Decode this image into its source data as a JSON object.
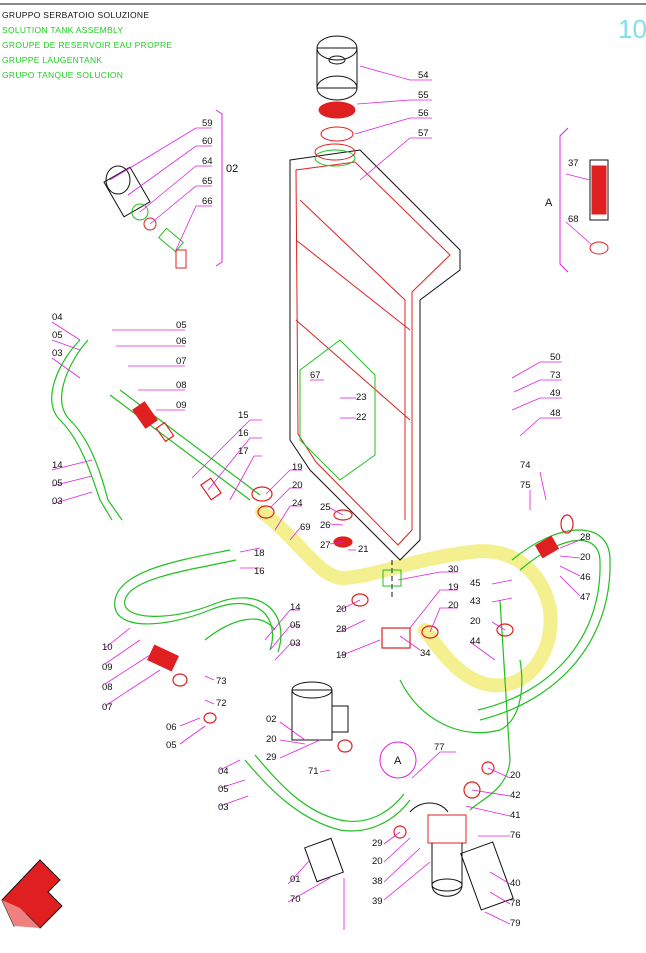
{
  "header": {
    "titles": [
      {
        "text": "GRUPPO SERBATOIO SOLUZIONE",
        "color": "#111111"
      },
      {
        "text": "SOLUTION TANK ASSEMBLY",
        "color": "#22cc22"
      },
      {
        "text": "GROUPE DE RESERVOIR EAU PROPRE",
        "color": "#22cc22"
      },
      {
        "text": "GRUPPE LAUGENTANK",
        "color": "#22cc22"
      },
      {
        "text": "GRUPO TANQUE SOLUCION",
        "color": "#22cc22"
      }
    ],
    "page_number": "10"
  },
  "colors": {
    "leader": "#e020e0",
    "part": "#e02020",
    "hose": "#20c020",
    "highlight": "#f4f090",
    "frame": "#111111"
  },
  "callouts_left": [
    "04",
    "05",
    "03",
    "14",
    "05",
    "03",
    "10",
    "09",
    "08",
    "07",
    "06",
    "05",
    "04",
    "05",
    "03",
    "02",
    "20",
    "29",
    "71",
    "01",
    "70"
  ],
  "callouts": {
    "c54": "54",
    "c55": "55",
    "c56": "56",
    "c57": "57",
    "c59": "59",
    "c60": "60",
    "c64": "64",
    "c65": "65",
    "c66": "66",
    "c02a": "02",
    "c37": "37",
    "c68": "68",
    "cA1": "A",
    "c04a": "04",
    "c05a": "05",
    "c03a": "03",
    "c05b": "05",
    "c06a": "06",
    "c07a": "07",
    "c08a": "08",
    "c09a": "09",
    "c15": "15",
    "c16a": "16",
    "c17": "17",
    "c14a": "14",
    "c05c": "05",
    "c03b": "03",
    "c67": "67",
    "c23": "23",
    "c22": "22",
    "c50": "50",
    "c73a": "73",
    "c49": "49",
    "c48": "48",
    "c74": "74",
    "c75": "75",
    "c19a": "19",
    "c20a": "20",
    "c24": "24",
    "c69": "69",
    "c25": "25",
    "c26": "26",
    "c27": "27",
    "c21": "21",
    "c18": "18",
    "c16b": "16",
    "c28a": "28",
    "c20b": "20",
    "c46": "46",
    "c47": "47",
    "c45": "45",
    "c43": "43",
    "c20c": "20",
    "c44": "44",
    "c30": "30",
    "c19b": "19",
    "c20d": "20",
    "c34": "34",
    "c20e": "20",
    "c28b": "28",
    "c19c": "19",
    "c14b": "14",
    "c05d": "05",
    "c03c": "03",
    "c10": "10",
    "c09b": "09",
    "c08b": "08",
    "c07b": "07",
    "c73b": "73",
    "c72": "72",
    "c06b": "06",
    "c05e": "05",
    "c02b": "02",
    "c20f": "20",
    "c29a": "29",
    "c04b": "04",
    "c05f": "05",
    "c03d": "03",
    "c71": "71",
    "cA2": "A",
    "c77": "77",
    "c20g": "20",
    "c42": "42",
    "c41": "41",
    "c76": "76",
    "c29b": "29",
    "c20h": "20",
    "c38": "38",
    "c39": "39",
    "c40": "40",
    "c78": "78",
    "c79": "79",
    "c01": "01",
    "c70": "70"
  }
}
